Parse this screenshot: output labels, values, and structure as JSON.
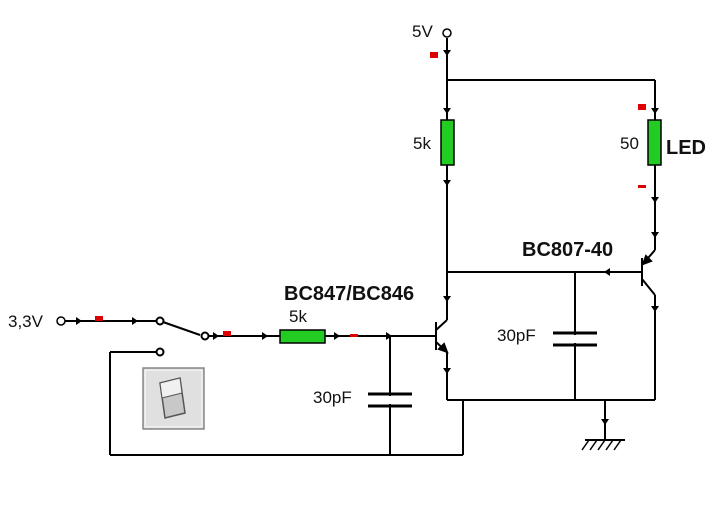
{
  "labels": {
    "supply_5v": "5V",
    "supply_3v3": "3,3V",
    "r_top_left": "5k",
    "r_led": "50",
    "led": "LED",
    "pnp_transistor": "BC807-40",
    "npn_transistor": "BC847/BC846",
    "r_base": "5k",
    "cap_pnp": "30pF",
    "cap_npn": "30pF"
  },
  "colors": {
    "wire": "#000000",
    "resistor": "#22cc22",
    "probe": "#dd0000",
    "switch_panel": "#d0d0d0"
  },
  "icons": {
    "switch_button": "rocker-switch-icon",
    "ground": "ground-icon"
  }
}
